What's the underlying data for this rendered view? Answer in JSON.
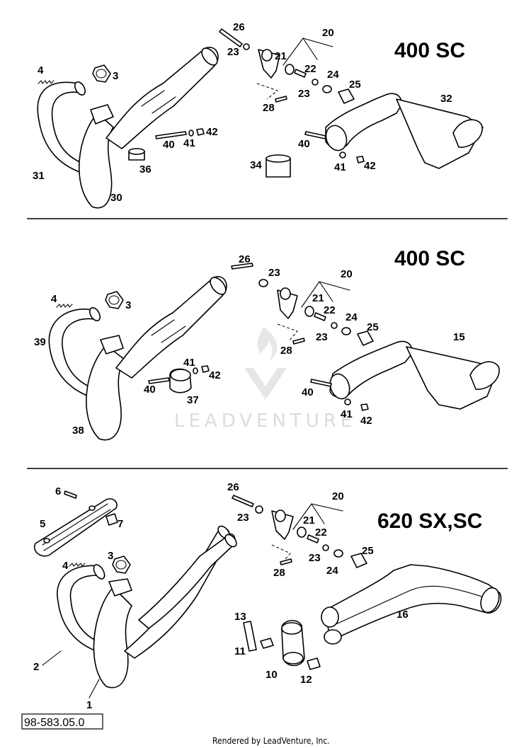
{
  "sections": [
    {
      "title": "400 SC",
      "labels": {
        "p26": "26",
        "p20": "20",
        "p23a": "23",
        "p21": "21",
        "p22": "22",
        "p24": "24",
        "p23b": "23",
        "p25": "25",
        "p28": "28",
        "p32": "32",
        "p40a": "40",
        "p41a": "41",
        "p42a": "42",
        "p40b": "40",
        "p41b": "41",
        "p42b": "42",
        "p34": "34",
        "p4": "4",
        "p3": "3",
        "p31": "31",
        "p30": "30",
        "p36": "36"
      }
    },
    {
      "title": "400 SC",
      "labels": {
        "p26": "26",
        "p23a": "23",
        "p20": "20",
        "p21": "21",
        "p22": "22",
        "p24": "24",
        "p23b": "23",
        "p25": "25",
        "p28": "28",
        "p15": "15",
        "p41a": "41",
        "p42a": "42",
        "p40a": "40",
        "p37": "37",
        "p40b": "40",
        "p41b": "41",
        "p42b": "42",
        "p4": "4",
        "p3": "3",
        "p39": "39",
        "p38": "38"
      }
    },
    {
      "title": "620 SX,SC",
      "labels": {
        "p26": "26",
        "p20": "20",
        "p23a": "23",
        "p21": "21",
        "p22": "22",
        "p23b": "23",
        "p24": "24",
        "p25": "25",
        "p28": "28",
        "p16": "16",
        "p6": "6",
        "p7": "7",
        "p5": "5",
        "p4": "4",
        "p3": "3",
        "p2": "2",
        "p1": "1",
        "p13": "13",
        "p11": "11",
        "p10": "10",
        "p12": "12"
      }
    }
  ],
  "diagram_code": "98-583.05.0",
  "footer": "Rendered by LeadVenture, Inc.",
  "watermark": "LEADVENTURE"
}
